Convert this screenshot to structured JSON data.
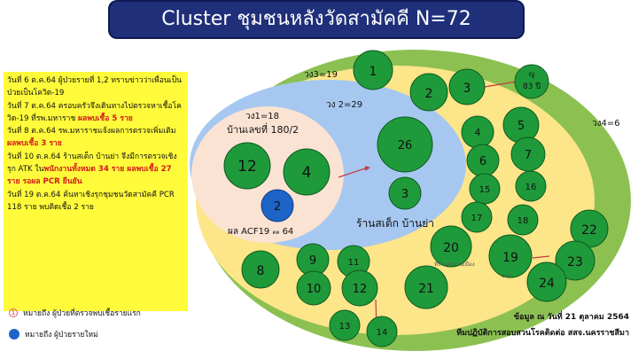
{
  "title": "Cluster ชุมชนหลังวัดสามัคคี N=72",
  "notes": [
    {
      "normal": "วันที่ 6 ต.ค.64 ผู้ป่วยรายที่ 1,2 ทราบข่าวว่าเพื่อนเป็นป่วยเป็นโควิด-19",
      "red": "",
      "tail": ""
    },
    {
      "normal": "วันที่ 7 ต.ค.64 ครอบครัวจึงเดินทางไปตรวจหาเชื้อโควิด-19 ที่รพ.มหาราช ",
      "red": "ผลพบเชื้อ 5 ราย",
      "tail": ""
    },
    {
      "normal": "วันที่ 8 ต.ค.64 รพ.มหาราชแจ้งผลการตรวจเพิ่มเติม ",
      "red": "ผลพบเชื้อ 3 ราย",
      "tail": ""
    },
    {
      "normal": "วันที่ 10 ต.ค.64 ร้านสเต็ก บ้านย่า จึงมีการตรวจเชิงรุก ATK ใน",
      "red": "พนักงานทั้งหมด 34 ราย ผลพบเชื้อ 27 ราย รอผล PCR ยืนยัน",
      "tail": ""
    },
    {
      "normal": "วันที่ 19 ต.ค.64 ค้นหาเชิงรุกชุมชนวัดสามัคคี PCR  118 ราย พบติดเชื้อ 2 ราย",
      "red": "",
      "tail": ""
    }
  ],
  "legend": {
    "first_case": "หมายถึง ผู้ป่วยที่ตรวจพบเชื้อรายแรก",
    "new_case": "หมายถึง ผู้ป่วยรายใหม่",
    "first_case_symbol": "1"
  },
  "zones": {
    "wave1": "วง1=18",
    "house": "บ้านเลขที่ 180/2",
    "wave2": "วง 2=29",
    "wave3": "วง3=19",
    "wave4": "วง4=6",
    "restaurant": "ร้านสเต็ก บ้านย่า",
    "acf": "ผล ACF19 ",
    "acf_mid": "ตค",
    "acf_day": " 64"
  },
  "annotations": {
    "age_prefix": "ญ",
    "age": "83 ปี",
    "node20_sub": "ที่บ้านทำงานเมือง",
    "node19_sub": "อบจ"
  },
  "footer": {
    "date": "ข้อมูล ณ วันที่ 21 ตุลาคม 2564",
    "team": "ทีมปฏิบัติการสอบสวนโรคติดต่อ สสจ.นครราชสีมา"
  },
  "nodes": [
    "1",
    "2",
    "3",
    "4",
    "5",
    "6",
    "7",
    "8",
    "9",
    "10",
    "11",
    "12",
    "12",
    "13",
    "14",
    "15",
    "16",
    "17",
    "18",
    "19",
    "20",
    "21",
    "22",
    "23",
    "24",
    "26",
    "3",
    "4",
    "2"
  ],
  "colors": {
    "title_bg": "#1f2f7a",
    "outer_ring": "#8cc152",
    "ring3": "#fde58a",
    "ring2": "#a6c8f0",
    "ring1": "#fbe3d4",
    "node": "#1f9a3a",
    "new_case": "#1d63c8",
    "notes_bg": "#fffb3b",
    "highlight": "#d21a1a"
  }
}
